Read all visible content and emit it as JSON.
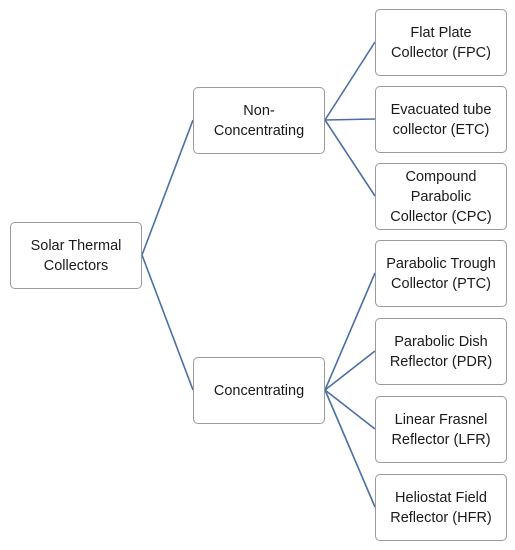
{
  "diagram": {
    "root": {
      "label": "Solar Thermal\nCollectors"
    },
    "non_concentrating": {
      "label": "Non-\nConcentrating",
      "children": [
        {
          "label": "Flat Plate\nCollector (FPC)"
        },
        {
          "label": "Evacuated tube\ncollector (ETC)"
        },
        {
          "label": "Compound\nParabolic\nCollector (CPC)"
        }
      ]
    },
    "concentrating": {
      "label": "Concentrating",
      "children": [
        {
          "label": "Parabolic Trough\nCollector (PTC)"
        },
        {
          "label": "Parabolic Dish\nReflector (PDR)"
        },
        {
          "label": "Linear Frasnel\nReflector (LFR)"
        },
        {
          "label": "Heliostat Field\nReflector (HFR)"
        }
      ]
    },
    "colors": {
      "connector": "#4a6fa5",
      "box_border": "#9a9a9a",
      "text": "#1a1a1a"
    }
  }
}
